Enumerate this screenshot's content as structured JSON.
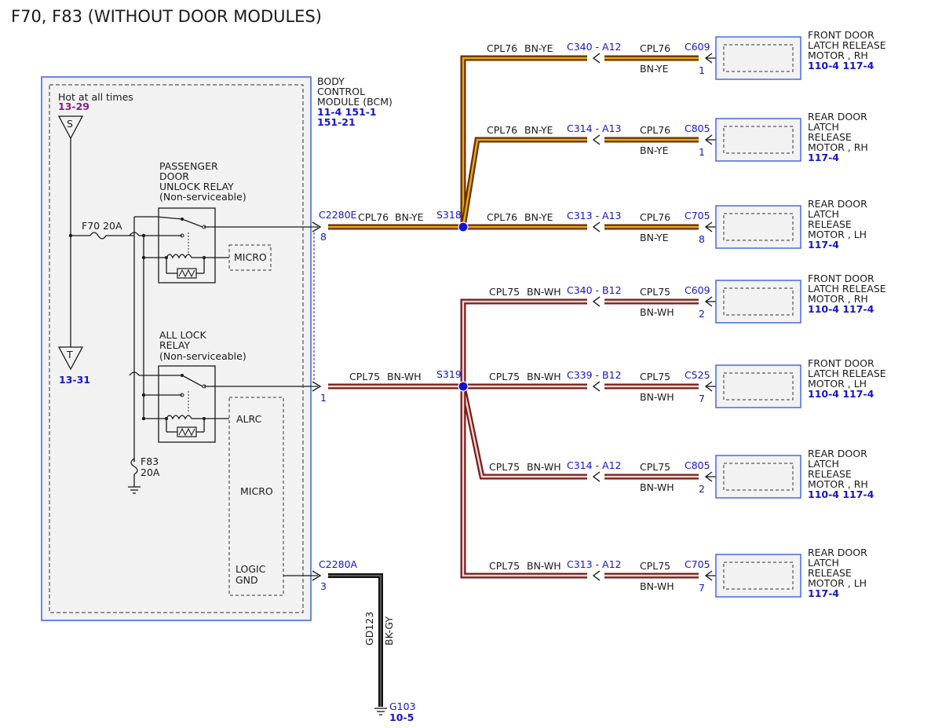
{
  "title": "F70, F83 (WITHOUT DOOR MODULES)",
  "bcm": {
    "name_lines": [
      "BODY",
      "CONTROL",
      "MODULE (BCM)"
    ],
    "refs": [
      "11-4  151-1",
      "151-21"
    ],
    "hot_label": "Hot at all times",
    "hot_ref": "13-29",
    "splice_s": "S",
    "splice_t": "T",
    "t_ref": "13-31",
    "fuse_f70": "F70   20A",
    "fuse_f83_name": "F83",
    "fuse_f83_amp": "20A",
    "pass_relay_lines": [
      "PASSENGER",
      "DOOR",
      "UNLOCK RELAY",
      "(Non-serviceable)"
    ],
    "all_lock_lines": [
      "ALL LOCK",
      "RELAY",
      "(Non-serviceable)"
    ],
    "micro1": "MICRO",
    "alrc": "ALRC",
    "micro2": "MICRO",
    "logic_gnd": [
      "LOGIC",
      "GND"
    ]
  },
  "connectors": {
    "c2280e": "C2280E",
    "pin8": "8",
    "pin1": "1",
    "c2280a": "C2280A",
    "pin3": "3"
  },
  "splices": {
    "s318": "S318",
    "s319": "S319"
  },
  "trunks": {
    "cpl76_circuit": "CPL76",
    "cpl76_color": "BN-YE",
    "cpl75_circuit": "CPL75",
    "cpl75_color": "BN-WH"
  },
  "ground": {
    "circuit": "GD123",
    "color": "BK-GY",
    "name": "G103",
    "ref": "10-5"
  },
  "branches": [
    {
      "circuit": "CPL76",
      "color": "BN-YE",
      "inline": "C340 - A12",
      "conn": "C609",
      "pin": "1",
      "motor": [
        "FRONT DOOR",
        "LATCH RELEASE",
        "MOTOR , RH"
      ],
      "ref": "110-4 117-4"
    },
    {
      "circuit": "CPL76",
      "color": "BN-YE",
      "inline": "C314 - A13",
      "conn": "C805",
      "pin": "1",
      "motor": [
        "REAR DOOR",
        "LATCH",
        "RELEASE",
        "MOTOR , RH"
      ],
      "ref": "117-4"
    },
    {
      "circuit": "CPL76",
      "color": "BN-YE",
      "inline": "C313 - A13",
      "conn": "C705",
      "pin": "8",
      "motor": [
        "REAR DOOR",
        "LATCH",
        "RELEASE",
        "MOTOR , LH"
      ],
      "ref": "117-4"
    },
    {
      "circuit": "CPL75",
      "color": "BN-WH",
      "inline": "C340 - B12",
      "conn": "C609",
      "pin": "2",
      "motor": [
        "FRONT DOOR",
        "LATCH RELEASE",
        "MOTOR , RH"
      ],
      "ref": "110-4 117-4"
    },
    {
      "circuit": "CPL75",
      "color": "BN-WH",
      "inline": "C339 - B12",
      "conn": "C525",
      "pin": "7",
      "motor": [
        "FRONT DOOR",
        "LATCH RELEASE",
        "MOTOR , LH"
      ],
      "ref": "110-4 117-4"
    },
    {
      "circuit": "CPL75",
      "color": "BN-WH",
      "inline": "C314 - A12",
      "conn": "C805",
      "pin": "2",
      "motor": [
        "REAR DOOR",
        "LATCH",
        "RELEASE",
        "MOTOR , RH"
      ],
      "ref": "110-4 117-4"
    },
    {
      "circuit": "CPL75",
      "color": "BN-WH",
      "inline": "C313 - A12",
      "conn": "C705",
      "pin": "7",
      "motor": [
        "REAR DOOR",
        "LATCH",
        "RELEASE",
        "MOTOR , LH"
      ],
      "ref": "117-4"
    }
  ],
  "colors": {
    "bn_ye_outer": "#6b2a0e",
    "bn_ye_inner": "#e0b000",
    "bn_wh_outer": "#7a1a1a",
    "bn_wh_inner": "#e8d8d0",
    "blue": "#1414d2",
    "ground_wire": "#111111"
  }
}
